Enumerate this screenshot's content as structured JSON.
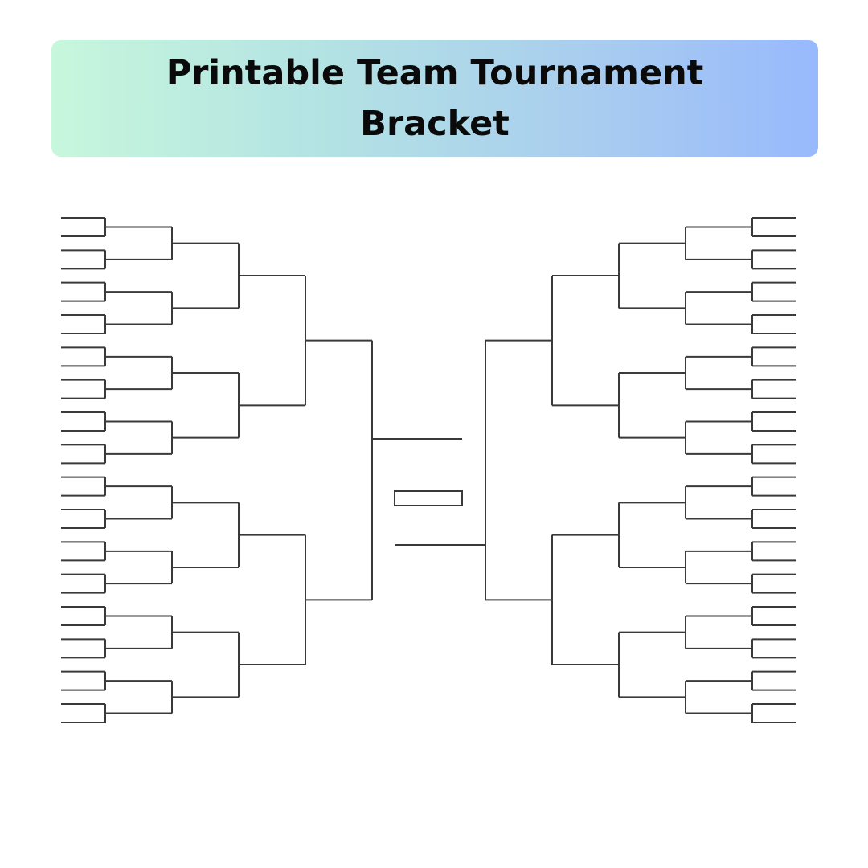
{
  "header": {
    "title": "Printable Team Tournament Bracket"
  },
  "bracket": {
    "teams_per_side": 32,
    "rounds_per_side": 5,
    "sides": [
      "left",
      "right"
    ],
    "has_championship_box": true,
    "line_color": "#3a3a3a"
  },
  "colors": {
    "banner_gradient_start": "#c7f7dc",
    "banner_gradient_end": "#98b9fc",
    "title_text": "#0a0a0a"
  }
}
